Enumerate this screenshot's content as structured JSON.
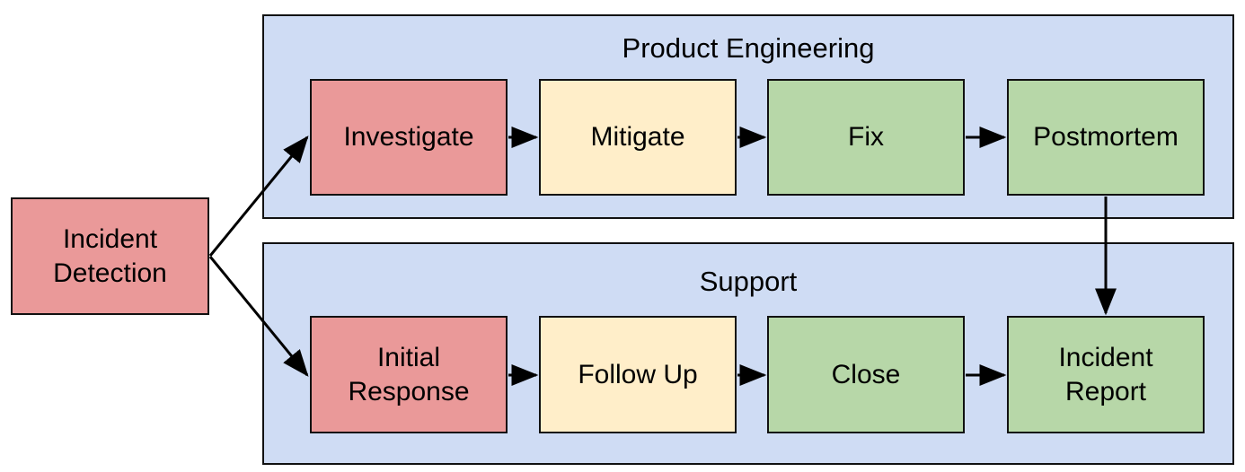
{
  "diagram": {
    "title_hidden": "",
    "colors": {
      "group_fill": "#cfdcf4",
      "red_fill": "#ea9999",
      "cream_fill": "#ffeec9",
      "green_fill": "#b7d7a8",
      "stroke": "#111111",
      "background": "#ffffff"
    },
    "start_node": {
      "label": "Incident\nDetection",
      "fill": "red"
    },
    "groups": [
      {
        "id": "product-engineering",
        "title": "Product Engineering",
        "nodes": [
          {
            "id": "investigate",
            "label": "Investigate",
            "fill": "red"
          },
          {
            "id": "mitigate",
            "label": "Mitigate",
            "fill": "cream"
          },
          {
            "id": "fix",
            "label": "Fix",
            "fill": "green"
          },
          {
            "id": "postmortem",
            "label": "Postmortem",
            "fill": "green"
          }
        ]
      },
      {
        "id": "support",
        "title": "Support",
        "nodes": [
          {
            "id": "initial-response",
            "label": "Initial\nResponse",
            "fill": "red"
          },
          {
            "id": "follow-up",
            "label": "Follow Up",
            "fill": "cream"
          },
          {
            "id": "close",
            "label": "Close",
            "fill": "green"
          },
          {
            "id": "incident-report",
            "label": "Incident\nReport",
            "fill": "green"
          }
        ]
      }
    ],
    "edges": [
      {
        "id": "detection-to-investigate",
        "from": "incident-detection",
        "to": "investigate"
      },
      {
        "id": "detection-to-initial-response",
        "from": "incident-detection",
        "to": "initial-response"
      },
      {
        "id": "investigate-to-mitigate",
        "from": "investigate",
        "to": "mitigate"
      },
      {
        "id": "mitigate-to-fix",
        "from": "mitigate",
        "to": "fix"
      },
      {
        "id": "fix-to-postmortem",
        "from": "fix",
        "to": "postmortem"
      },
      {
        "id": "initial-response-to-follow-up",
        "from": "initial-response",
        "to": "follow-up"
      },
      {
        "id": "follow-up-to-close",
        "from": "follow-up",
        "to": "close"
      },
      {
        "id": "close-to-incident-report",
        "from": "close",
        "to": "incident-report"
      },
      {
        "id": "postmortem-to-incident-report",
        "from": "postmortem",
        "to": "incident-report"
      }
    ]
  }
}
